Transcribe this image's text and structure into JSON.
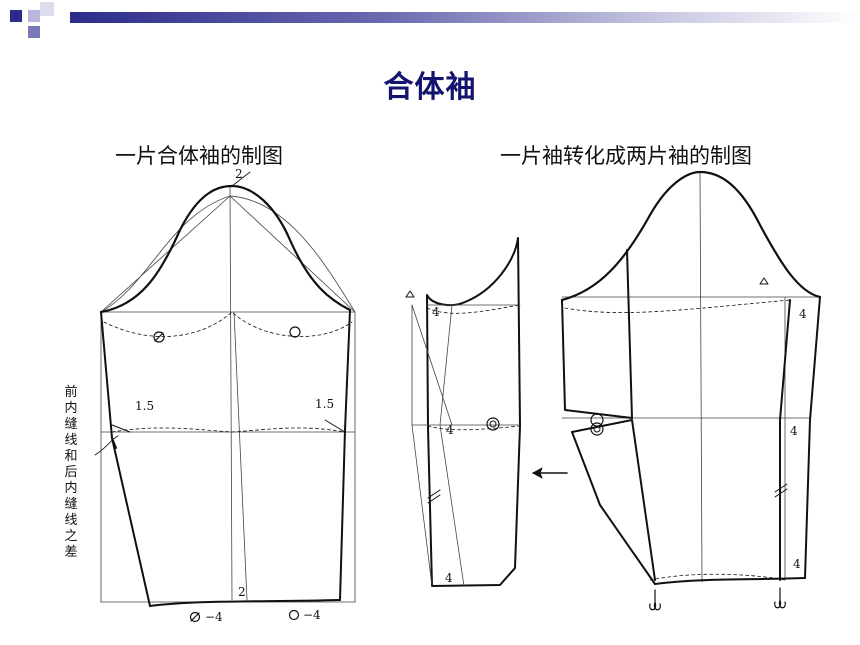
{
  "slide": {
    "title": "合体袖",
    "left_caption": "一片合体袖的制图",
    "right_caption": "一片袖转化成两片袖的制图",
    "side_note": "前内缝线和后内缝线之差",
    "colors": {
      "title": "#14146e",
      "header_dark": "#2c2c8c",
      "header_light": "#c8c8e2",
      "line": "#111111"
    }
  },
  "left_diagram": {
    "cap_label": "2",
    "left_ease": "1.5",
    "right_ease": "1.5",
    "hem_center": "2",
    "hem_left": "−4",
    "hem_right": "−4"
  },
  "middle_diagram": {
    "top_label": "4",
    "mid_label": "4",
    "bottom_label": "4"
  },
  "right_diagram": {
    "top_label": "4",
    "mid_label": "4",
    "bottom_label": "4"
  }
}
